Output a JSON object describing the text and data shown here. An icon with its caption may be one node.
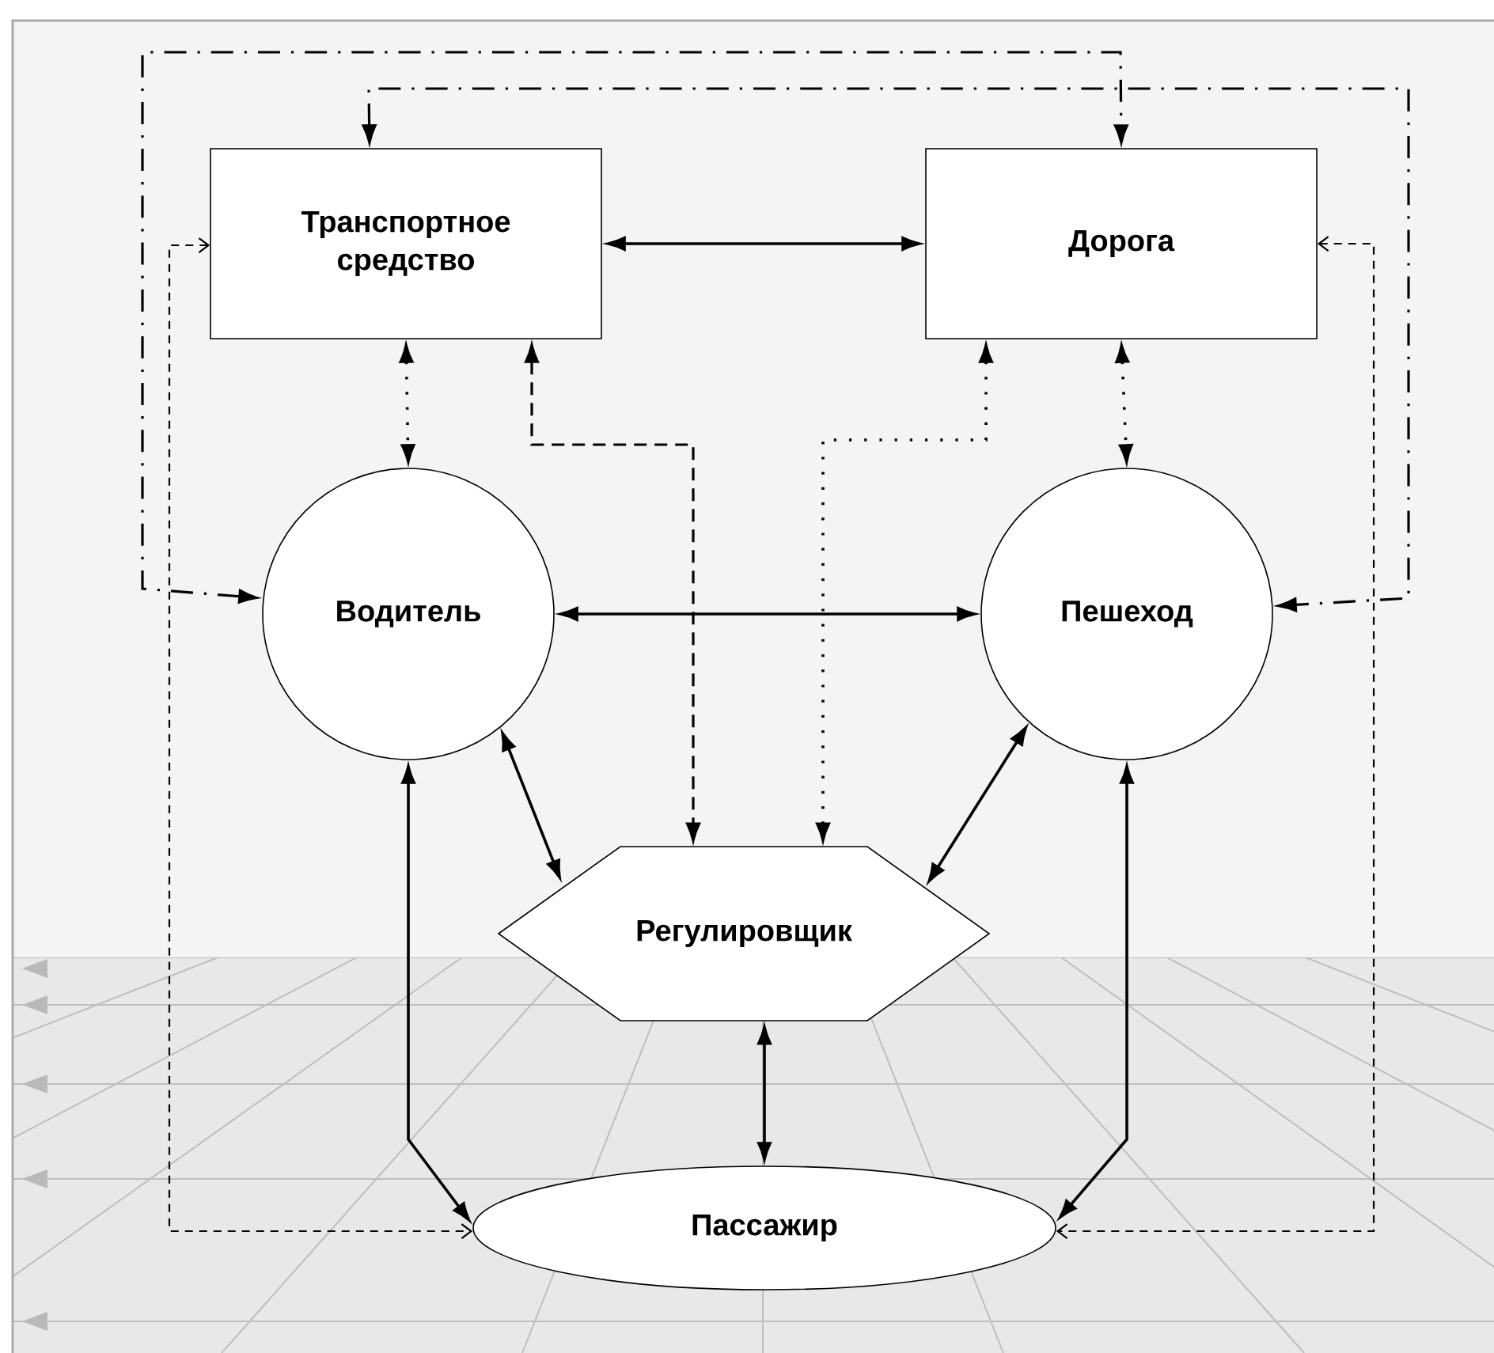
{
  "diagram": {
    "nodes": [
      {
        "text": [
          "Транспортное средство"
        ]
      },
      {
        "text": [
          "Дорога"
        ]
      },
      {
        "text": [
          "Водитель"
        ]
      },
      {
        "text": [
          "Пешеход"
        ]
      },
      {
        "text": [
          "Регулировщик"
        ]
      },
      {
        "text": [
          "Пассажир"
        ]
      }
    ],
    "edges": [
      {
        "from": 0,
        "to": 1,
        "arrow": "both"
      },
      {
        "from": 0,
        "to": 2,
        "arrow": "both",
        "style": "dashed"
      },
      {
        "from": 1,
        "to": 3,
        "arrow": "both",
        "style": "dashed"
      },
      {
        "from": 2,
        "to": 3,
        "arrow": "both"
      },
      {
        "from": 0,
        "to": 4,
        "arrow": "both",
        "style": "dashed"
      },
      {
        "from": 1,
        "to": 4,
        "arrow": "both",
        "style": "dashed"
      },
      {
        "from": 2,
        "to": 4,
        "arrow": "both"
      },
      {
        "from": 3,
        "to": 4,
        "arrow": "both"
      },
      {
        "from": 4,
        "to": 5,
        "arrow": "both"
      },
      {
        "from": 2,
        "to": 5,
        "arrow": "both"
      },
      {
        "from": 3,
        "to": 5,
        "arrow": "both"
      },
      {
        "from": 0,
        "to": 5,
        "arrow": "both",
        "style": "dashed"
      },
      {
        "from": 1,
        "to": 5,
        "arrow": "both",
        "style": "dashed"
      },
      {
        "from": 2,
        "to": 1,
        "arrow": "both",
        "style": "dashed"
      },
      {
        "from": 0,
        "to": 3,
        "arrow": "both",
        "style": "dashed"
      }
    ]
  }
}
